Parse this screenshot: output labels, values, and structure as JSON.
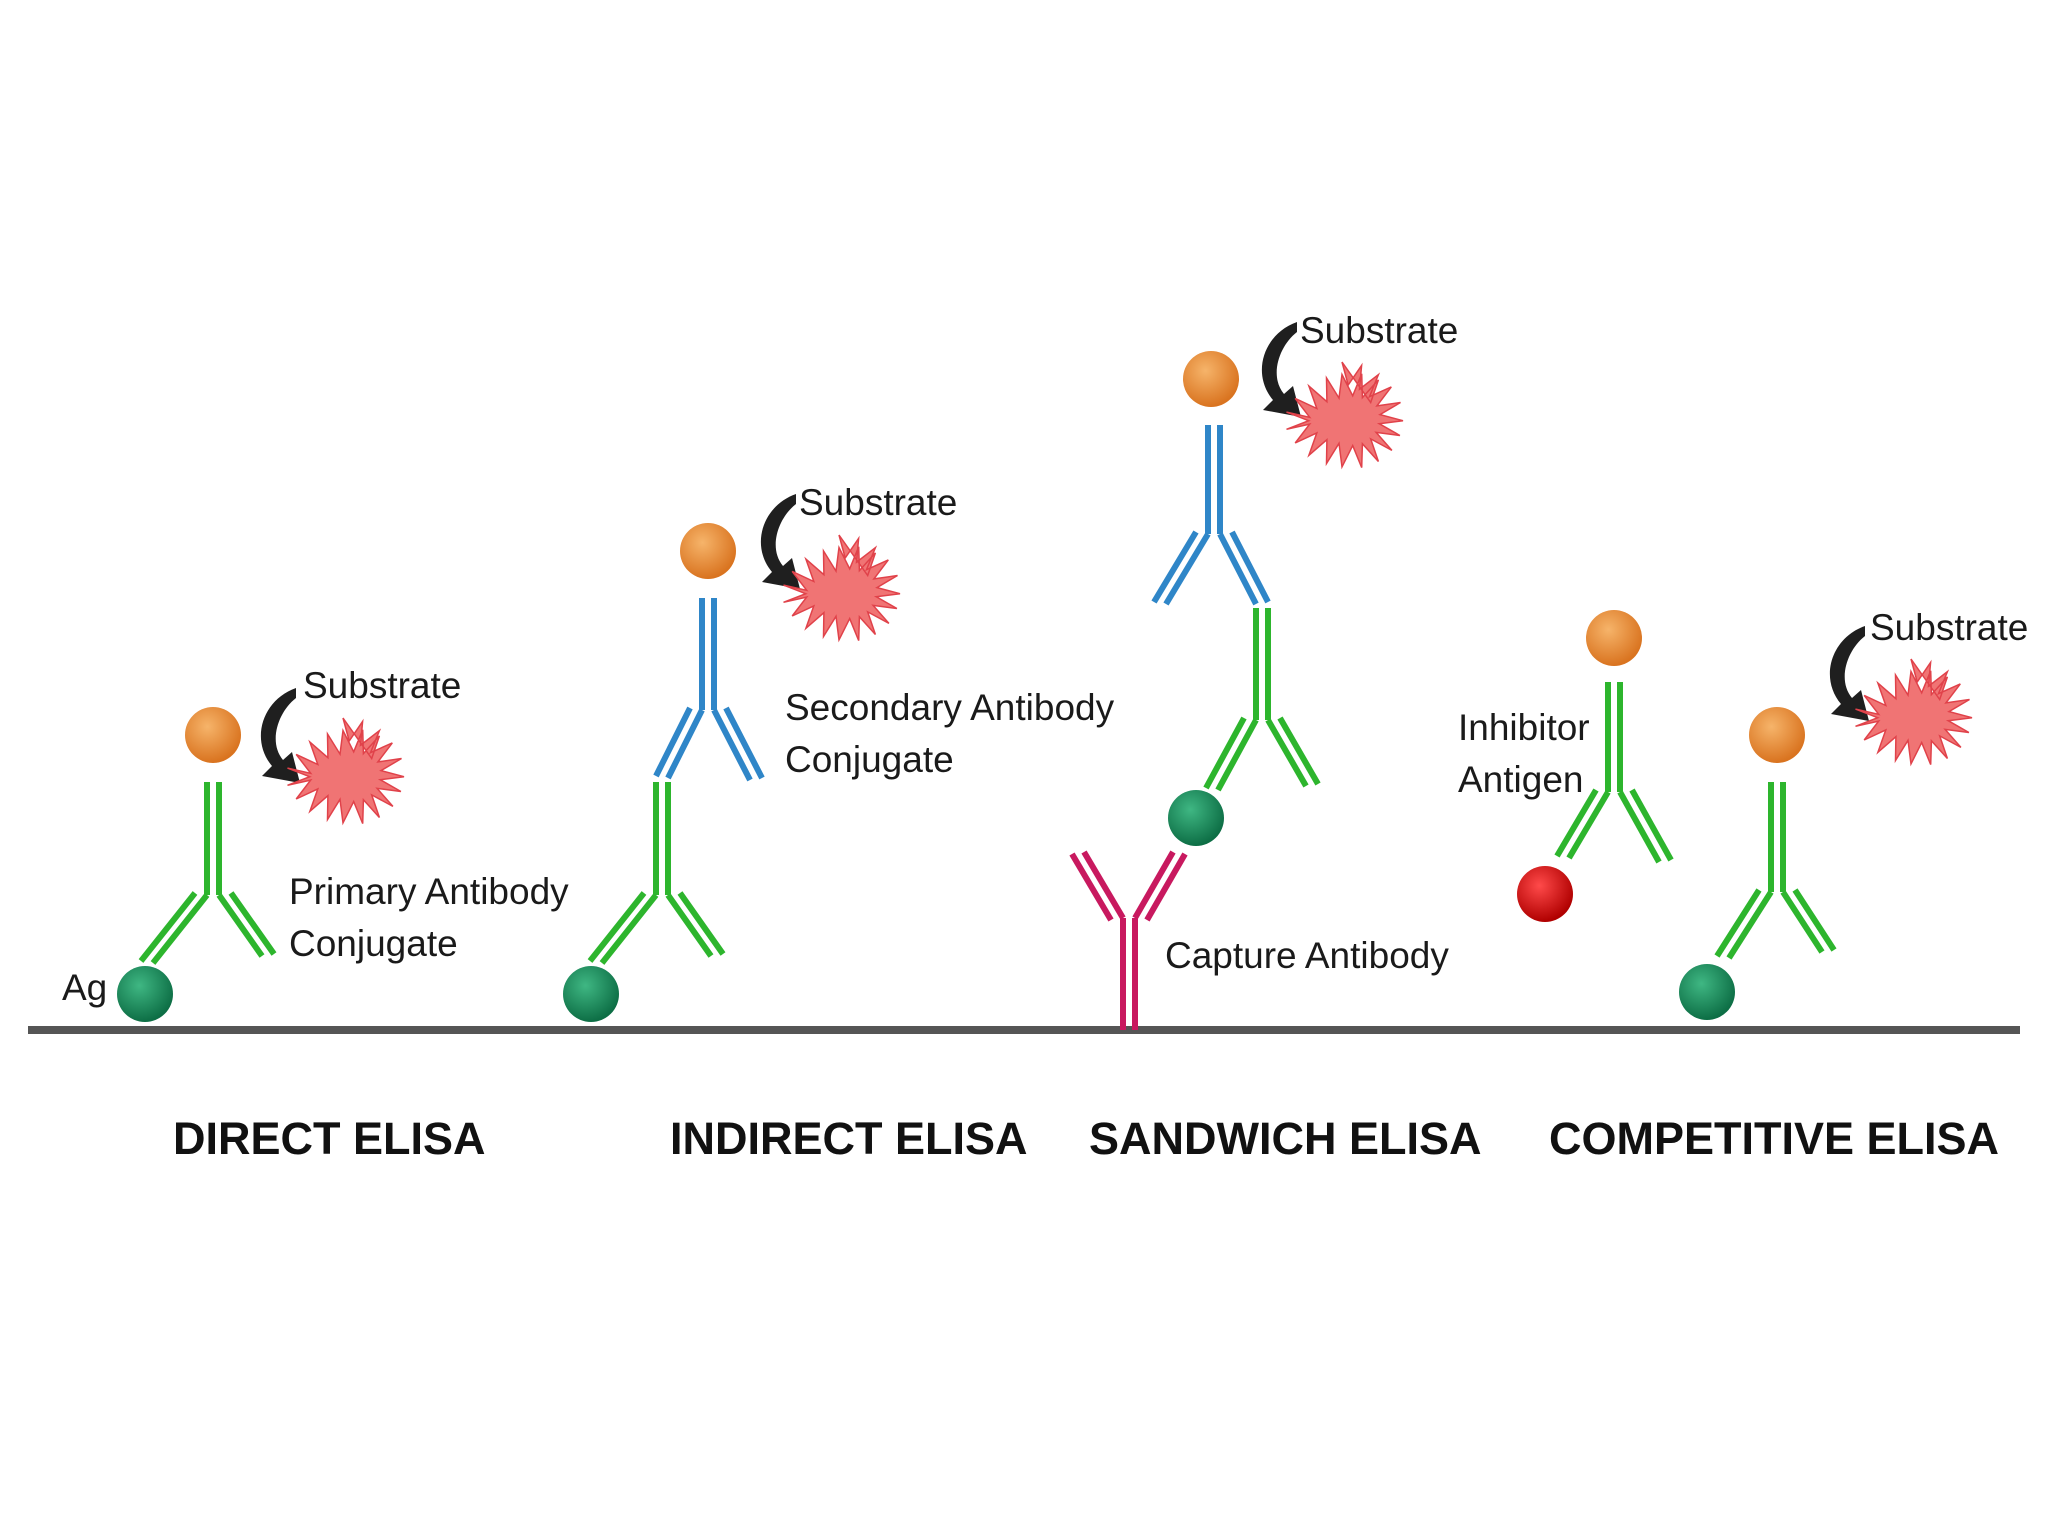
{
  "colors": {
    "primary_antibody": "#2db52d",
    "secondary_antibody": "#2f86c8",
    "capture_antibody": "#c8195f",
    "antigen": "#178a5a",
    "enzyme": "#e98a2e",
    "inhibitor_antigen": "#d90f0f",
    "substrate_star": "#f07474",
    "arrow": "#1f1f1f",
    "surface": "#555555"
  },
  "panels": {
    "direct": {
      "title": "DIRECT ELISA",
      "ag_label": "Ag",
      "substrate_label": "Substrate",
      "antibody_label_line1": "Primary Antibody",
      "antibody_label_line2": "Conjugate"
    },
    "indirect": {
      "title": "INDIRECT ELISA",
      "substrate_label": "Substrate",
      "antibody_label_line1": "Secondary Antibody",
      "antibody_label_line2": "Conjugate"
    },
    "sandwich": {
      "title": "SANDWICH ELISA",
      "substrate_label": "Substrate",
      "capture_label": "Capture Antibody"
    },
    "competitive": {
      "title": "COMPETITIVE ELISA",
      "substrate_label": "Substrate",
      "inhibitor_label_line1": "Inhibitor",
      "inhibitor_label_line2": "Antigen"
    }
  }
}
